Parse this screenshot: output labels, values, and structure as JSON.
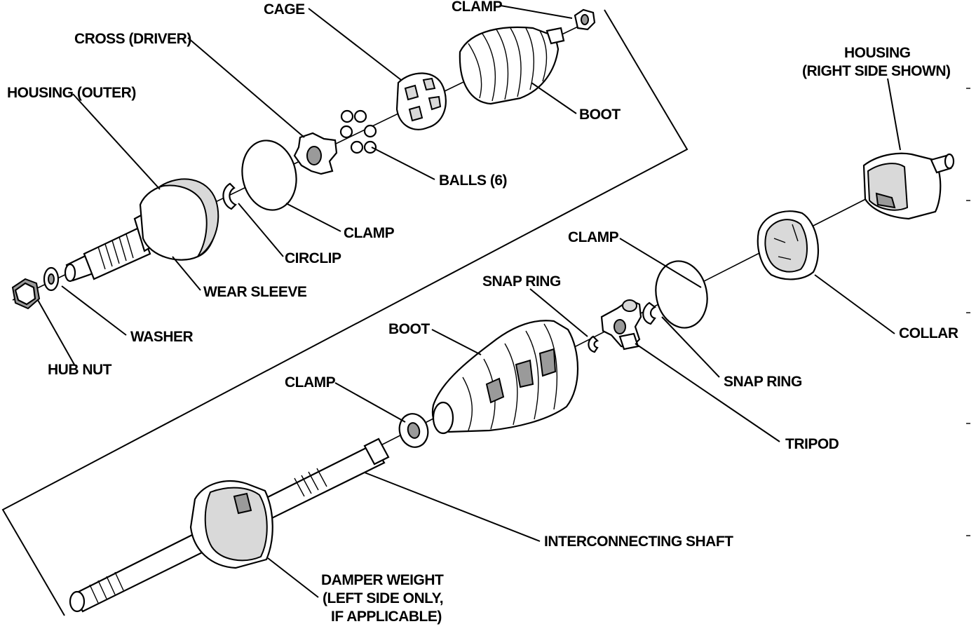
{
  "labels": {
    "cage": "CAGE",
    "clamp_top": "CLAMP",
    "cross_driver": "CROSS (DRIVER)",
    "housing_outer": "HOUSING (OUTER)",
    "boot_top": "BOOT",
    "balls": "BALLS (6)",
    "clamp_mid": "CLAMP",
    "circlip": "CIRCLIP",
    "wear_sleeve": "WEAR SLEEVE",
    "washer": "WASHER",
    "hub_nut": "HUB NUT",
    "housing_right_1": "HOUSING",
    "housing_right_2": "(RIGHT SIDE SHOWN)",
    "clamp_right": "CLAMP",
    "snap_ring_1": "SNAP RING",
    "boot_lower": "BOOT",
    "collar": "COLLAR",
    "snap_ring_2": "SNAP RING",
    "clamp_lower": "CLAMP",
    "tripod": "TRIPOD",
    "interconnecting_shaft": "INTERCONNECTING SHAFT",
    "damper_1": "DAMPER WEIGHT",
    "damper_2": "(LEFT SIDE ONLY,",
    "damper_3": "IF APPLICABLE)"
  },
  "colors": {
    "ink": "#000000",
    "paper": "#ffffff",
    "shade": "#9a9a9a"
  }
}
